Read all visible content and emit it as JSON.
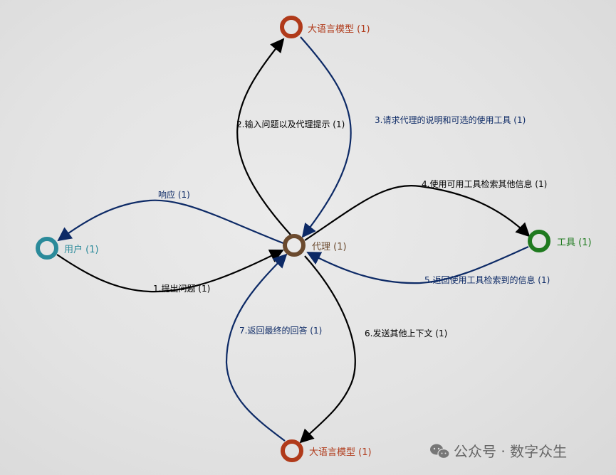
{
  "nodes": [
    {
      "id": "llm_top",
      "label": "大语言模型 (1)",
      "color": "#b03a1a"
    },
    {
      "id": "user",
      "label": "用户 (1)",
      "color": "#2a8a9a"
    },
    {
      "id": "agent",
      "label": "代理 (1)",
      "color": "#6b4a2e"
    },
    {
      "id": "tool",
      "label": "工具 (1)",
      "color": "#1f7a1f"
    },
    {
      "id": "llm_bottom",
      "label": "大语言模型 (1)",
      "color": "#b03a1a"
    }
  ],
  "edges": [
    {
      "id": "e2",
      "label": "2.输入问题以及代理提示 (1)",
      "color": "#000000"
    },
    {
      "id": "e3",
      "label": "3.请求代理的说明和可选的使用工具 (1)",
      "color": "#0d2a66"
    },
    {
      "id": "e4",
      "label": "4.使用可用工具检索其他信息 (1)",
      "color": "#000000"
    },
    {
      "id": "e5",
      "label": "5.返回使用工具检索到的信息 (1)",
      "color": "#0d2a66"
    },
    {
      "id": "er",
      "label": "响应 (1)",
      "color": "#0d2a66"
    },
    {
      "id": "e1",
      "label": "1.提出问题 (1)",
      "color": "#000000"
    },
    {
      "id": "e6",
      "label": "6.发送其他上下文 (1)",
      "color": "#000000"
    },
    {
      "id": "e7",
      "label": "7.返回最终的回答 (1)",
      "color": "#0d2a66"
    }
  ],
  "watermark": {
    "text": "公众号 · 数字众生",
    "icon": "wechat-icon"
  }
}
